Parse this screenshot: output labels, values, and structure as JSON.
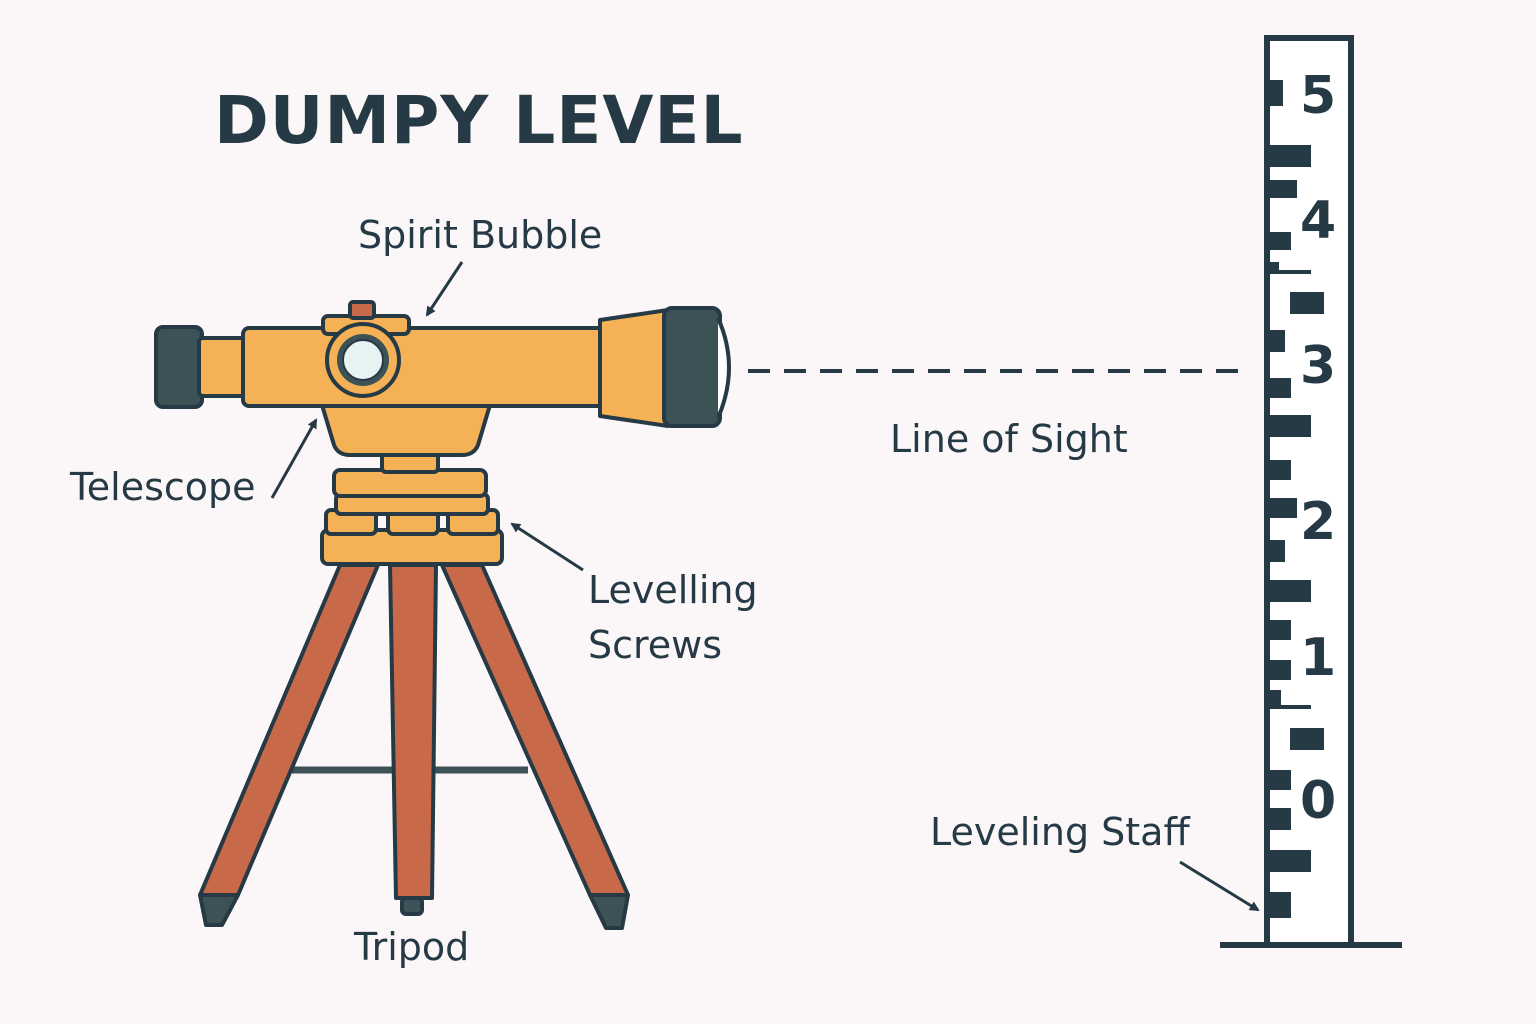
{
  "title": "DUMPY LEVEL",
  "labels": {
    "spirit_bubble": "Spirit Bubble",
    "telescope": "Telescope",
    "levelling_screws_line1": "Levelling",
    "levelling_screws_line2": "Screws",
    "tripod": "Tripod",
    "line_of_sight": "Line of Sight",
    "leveling_staff": "Leveling Staff"
  },
  "staff_numbers": [
    "5",
    "4",
    "3",
    "2",
    "1",
    "0"
  ],
  "colors": {
    "background": "#fbf7f8",
    "outline": "#263a45",
    "instrument_body": "#f4b155",
    "tripod_legs": "#c8694a",
    "lens_cap": "#3c5256",
    "staff_face": "#ffffff"
  }
}
